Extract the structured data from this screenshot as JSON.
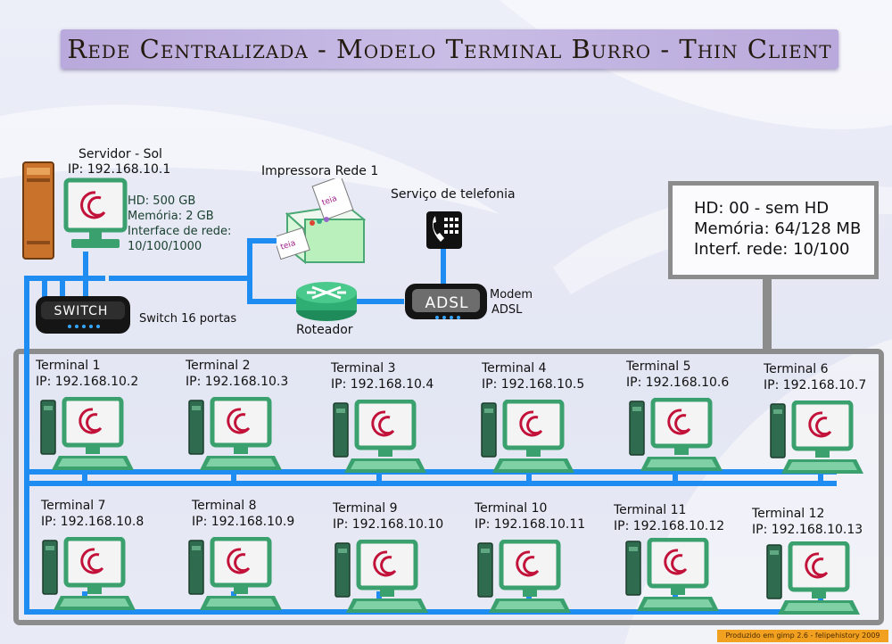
{
  "title": "Rede Centralizada - Modelo Terminal Burro - Thin Client",
  "server": {
    "name": "Servidor - Sol",
    "ip": "IP: 192.168.10.1",
    "specs": [
      "HD: 500 GB",
      "Memória: 2 GB",
      "Interface de rede:",
      "10/100/1000"
    ]
  },
  "printer": {
    "label": "Impressora Rede 1",
    "paper_text": "teia"
  },
  "telephony": {
    "label": "Serviço de telefonia"
  },
  "switch": {
    "text": "SWITCH",
    "label": "Switch 16 portas"
  },
  "router": {
    "label": "Roteador"
  },
  "modem": {
    "text": "ADSL",
    "label_line1": "Modem",
    "label_line2": "ADSL"
  },
  "thin_client_specs": [
    "HD: 00 - sem HD",
    "Memória: 64/128 MB",
    "Interf. rede: 10/100"
  ],
  "terminals": [
    {
      "name": "Terminal 1",
      "ip": "IP: 192.168.10.2"
    },
    {
      "name": "Terminal 2",
      "ip": "IP: 192.168.10.3"
    },
    {
      "name": "Terminal 3",
      "ip": "IP: 192.168.10.4"
    },
    {
      "name": "Terminal 4",
      "ip": "IP: 192.168.10.5"
    },
    {
      "name": "Terminal 5",
      "ip": "IP: 192.168.10.6"
    },
    {
      "name": "Terminal 6",
      "ip": "IP: 192.168.10.7"
    },
    {
      "name": "Terminal 7",
      "ip": "IP: 192.168.10.8"
    },
    {
      "name": "Terminal 8",
      "ip": "IP: 192.168.10.9"
    },
    {
      "name": "Terminal 9",
      "ip": "IP: 192.168.10.10"
    },
    {
      "name": "Terminal 10",
      "ip": "IP: 192.168.10.11"
    },
    {
      "name": "Terminal 11",
      "ip": "IP: 192.168.10.12"
    },
    {
      "name": "Terminal 12",
      "ip": "IP: 192.168.10.13"
    }
  ],
  "footer": "Produzido em gimp 2.6 - felipehistory 2009",
  "colors": {
    "network_cable": "#1e8cf0",
    "frame": "#8c8c8c",
    "title_bar": "#c3b5e4",
    "footer": "#f1a01f",
    "device_green": "#2f9a6a"
  }
}
